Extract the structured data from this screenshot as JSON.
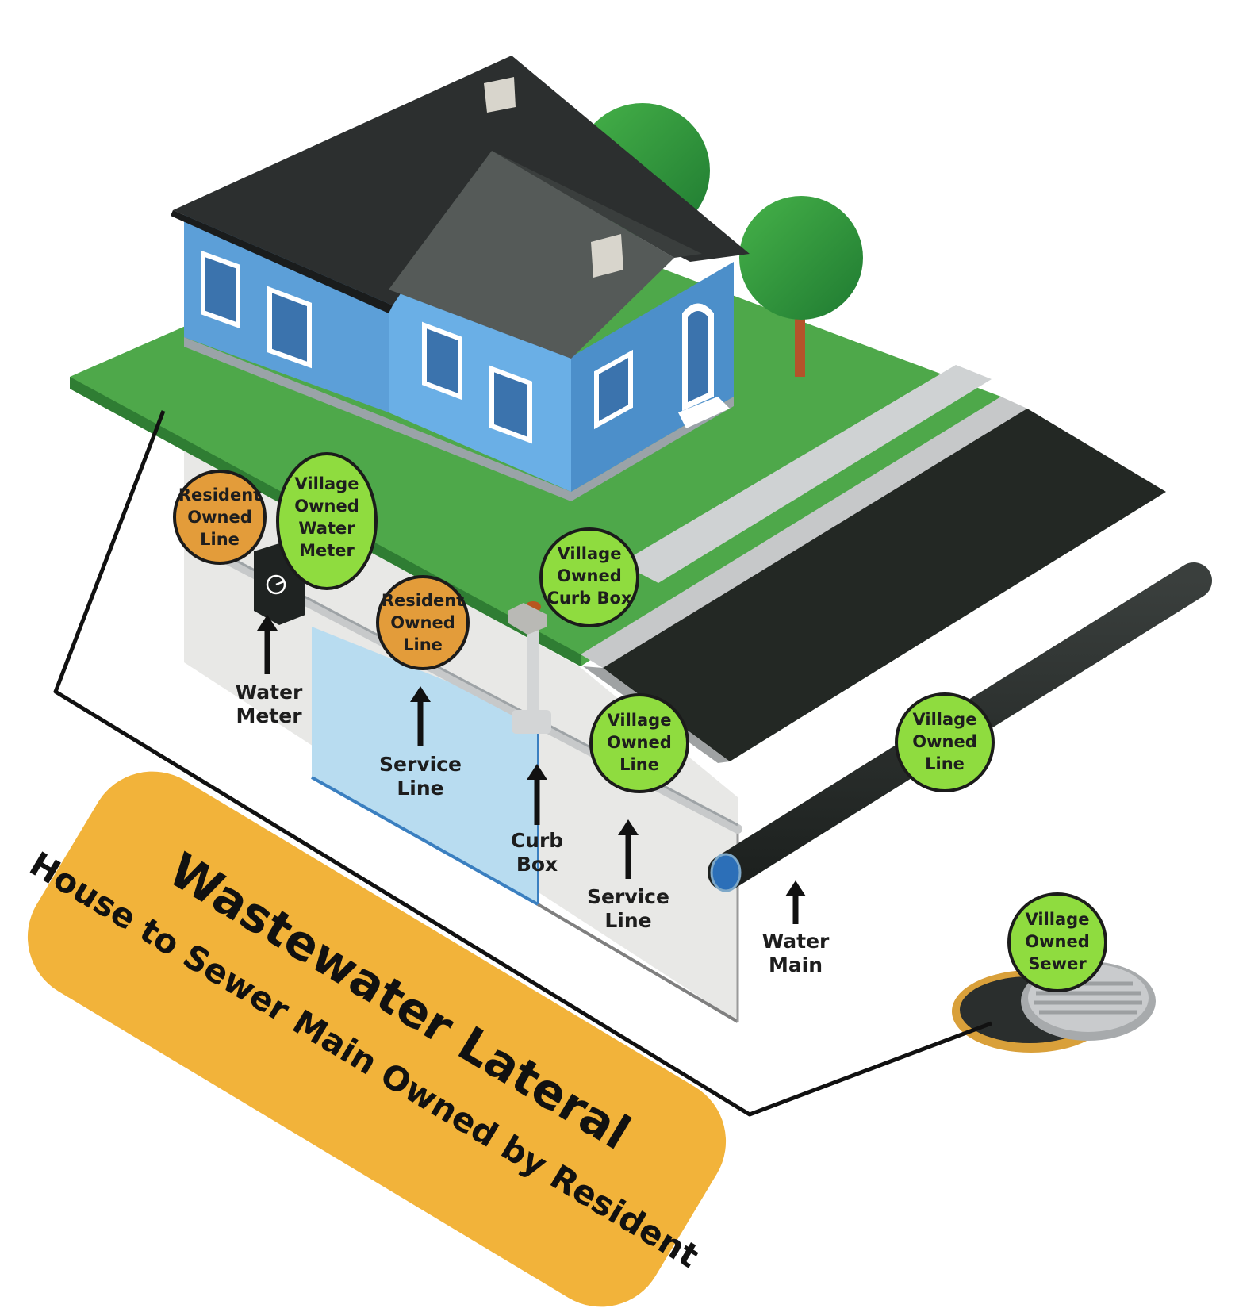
{
  "badges": {
    "resident_line_1": [
      "Resident",
      "Owned",
      "Line"
    ],
    "village_meter": [
      "Village",
      "Owned",
      "Water",
      "Meter"
    ],
    "resident_line_2": [
      "Resident",
      "Owned",
      "Line"
    ],
    "village_curb_box": [
      "Village",
      "Owned",
      "Curb Box"
    ],
    "village_line_1": [
      "Village",
      "Owned",
      "Line"
    ],
    "village_line_2": [
      "Village",
      "Owned",
      "Line"
    ],
    "village_sewer": [
      "Village",
      "Owned",
      "Sewer"
    ]
  },
  "labels": {
    "water_meter": [
      "Water",
      "Meter"
    ],
    "service_line_1": [
      "Service",
      "Line"
    ],
    "curb_box": [
      "Curb",
      "Box"
    ],
    "service_line_2": [
      "Service",
      "Line"
    ],
    "water_main": [
      "Water",
      "Main"
    ]
  },
  "banner": {
    "title": "Wastewater Lateral",
    "subtitle": "House to Sewer Main Owned by Resident"
  },
  "colors": {
    "resident_badge": "#e39c3a",
    "village_badge": "#8fdc3f",
    "banner": "#f2b33a"
  }
}
